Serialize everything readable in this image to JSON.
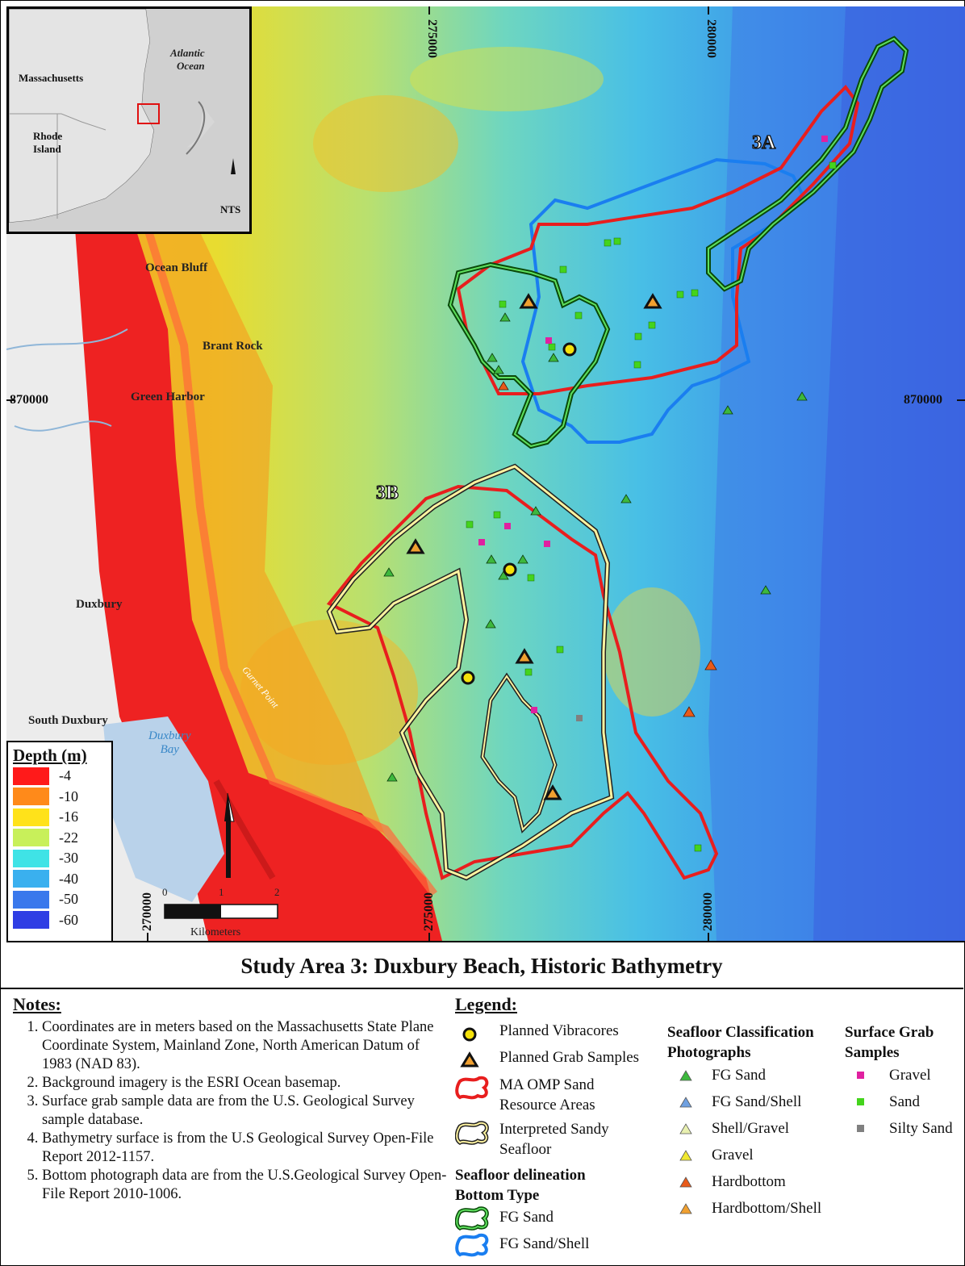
{
  "inset": {
    "labels": {
      "atlantic": "Atlantic\nOcean",
      "ma": "Massachusetts",
      "ri": "Rhode\nIsland",
      "nts": "NTS"
    }
  },
  "map": {
    "places": {
      "ocean_bluff": "Ocean Bluff",
      "brant_rock": "Brant Rock",
      "green_harbor": "Green Harbor",
      "duxbury": "Duxbury",
      "south_duxbury": "South Duxbury",
      "duxbury_bay": "Duxbury\nBay",
      "gurnet_point": "Gurnet Point"
    },
    "grid": {
      "x_top_1": "275000",
      "x_top_2": "280000",
      "x_bot_1": "270000",
      "x_bot_2": "275000",
      "x_bot_3": "280000",
      "y_left": "870000",
      "y_right": "870000"
    },
    "areas": {
      "a": "3A",
      "b": "3B"
    },
    "scale": {
      "t0": "0",
      "t1": "1",
      "t2": "2",
      "unit": "Kilometers"
    }
  },
  "depth_legend": {
    "title": "Depth (m)",
    "items": [
      {
        "label": "-4",
        "color": "#ff1a1a"
      },
      {
        "label": "-10",
        "color": "#ff8a1a"
      },
      {
        "label": "-16",
        "color": "#ffe21a"
      },
      {
        "label": "-22",
        "color": "#c8f05a"
      },
      {
        "label": "-30",
        "color": "#3fe3e6"
      },
      {
        "label": "-40",
        "color": "#3ab0ef"
      },
      {
        "label": "-50",
        "color": "#3a78ec"
      },
      {
        "label": "-60",
        "color": "#2f3ee4"
      }
    ]
  },
  "title": "Study Area 3: Duxbury Beach, Historic Bathymetry",
  "notes": {
    "title": "Notes:",
    "items": [
      "Coordinates are in meters based on the Massachusetts State Plane Coordinate System, Mainland Zone, North American Datum of 1983 (NAD 83).",
      "Background imagery is the ESRI Ocean basemap.",
      "Surface grab sample data are from the U.S. Geological Survey sample database.",
      "Bathymetry surface is from the U.S Geological Survey Open-File Report 2012-1157.",
      "Bottom photograph data are from the U.S.Geological Survey  Open-File Report 2010-1006."
    ]
  },
  "legend": {
    "title": "Legend:",
    "vibracores": "Planned Vibracores",
    "grab": "Planned Grab Samples",
    "omp": "MA OMP Sand\nResource Areas",
    "sandy": "Interpreted Sandy\nSeafloor",
    "delineation_head": "Seafloor delineation\nBottom Type",
    "fg_sand": "FG Sand",
    "fg_sand_shell": "FG Sand/Shell",
    "photos_head": "Seafloor Classification\nPhotographs",
    "photos": [
      {
        "label": "FG Sand",
        "color": "#3db83d"
      },
      {
        "label": "FG Sand/Shell",
        "color": "#6fa0e0"
      },
      {
        "label": "Shell/Gravel",
        "color": "#e8f0b0"
      },
      {
        "label": "Gravel",
        "color": "#f0e830"
      },
      {
        "label": "Hardbottom",
        "color": "#e85a1a"
      },
      {
        "label": "Hardbottom/Shell",
        "color": "#f0a030"
      }
    ],
    "grab_head": "Surface Grab\nSamples",
    "grabs": [
      {
        "label": "Gravel",
        "color": "#e020a0"
      },
      {
        "label": "Sand",
        "color": "#44d41c"
      },
      {
        "label": "Silty Sand",
        "color": "#808080"
      }
    ]
  }
}
